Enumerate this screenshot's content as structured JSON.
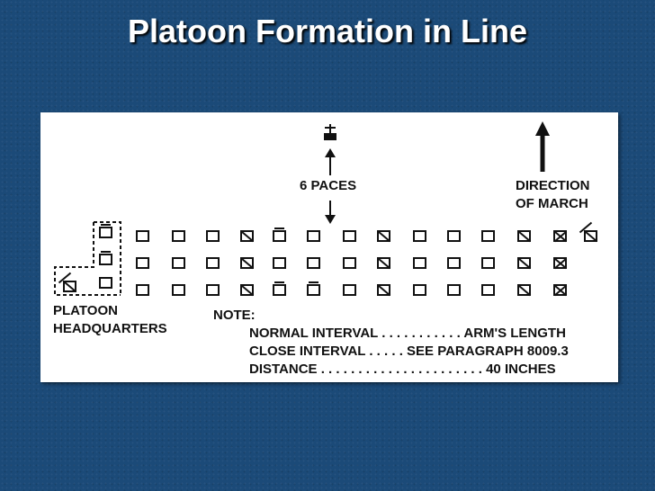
{
  "slide": {
    "title": "Platoon Formation in Line"
  },
  "diagram": {
    "pace_label": "6 PACES",
    "direction_label_line1": "DIRECTION",
    "direction_label_line2": "OF MARCH",
    "headquarters_label_line1": "PLATOON",
    "headquarters_label_line2": "HEADQUARTERS",
    "note_heading": "NOTE:",
    "notes": [
      "NORMAL INTERVAL . . . . . . . . . . . ARM'S LENGTH",
      "CLOSE INTERVAL . . . . . SEE PARAGRAPH 8009.3",
      "DISTANCE . . . . . . . . . . . . . . . . . . . . . .  40 INCHES"
    ],
    "ink_color": "#111111"
  }
}
